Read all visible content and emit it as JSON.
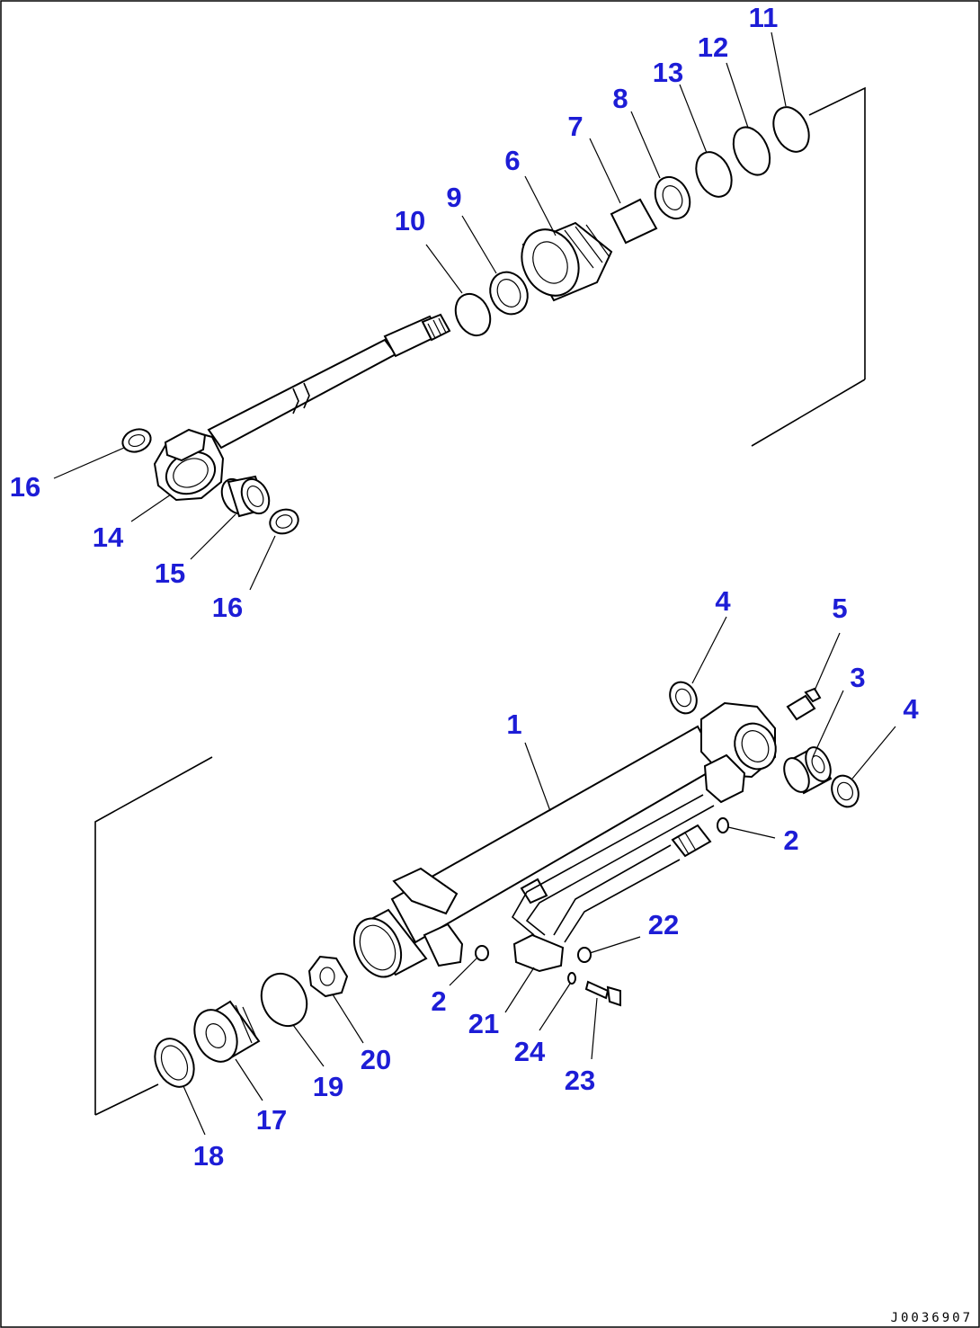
{
  "diagram": {
    "callouts": {
      "c1": "1",
      "c2a": "2",
      "c2b": "2",
      "c3": "3",
      "c4a": "4",
      "c4b": "4",
      "c5": "5",
      "c6": "6",
      "c7": "7",
      "c8": "8",
      "c9": "9",
      "c10": "10",
      "c11": "11",
      "c12": "12",
      "c13": "13",
      "c14": "14",
      "c15": "15",
      "c16a": "16",
      "c16b": "16",
      "c17": "17",
      "c18": "18",
      "c19": "19",
      "c20": "20",
      "c21": "21",
      "c22": "22",
      "c23": "23",
      "c24": "24"
    },
    "document_id": "J0036907",
    "colors": {
      "callout": "#1d1dd6",
      "line": "#000000",
      "background": "#ffffff"
    }
  }
}
